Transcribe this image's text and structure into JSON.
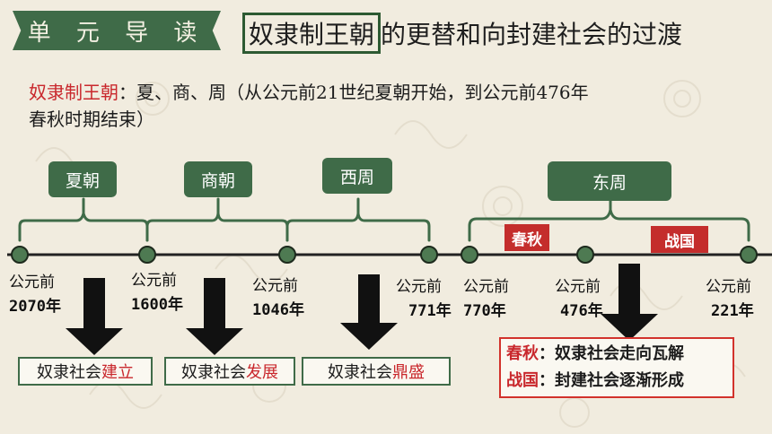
{
  "header": {
    "unit_badge": "单 元 导 读",
    "title_boxed": "奴隶制王朝",
    "title_rest": "的更替和向封建社会的过渡"
  },
  "intro": {
    "term": "奴隶制王朝",
    "text_line1": "：夏、商、周（从公元前21世纪夏朝开始，到公元前476年",
    "text_line2": "春秋时期结束）"
  },
  "dynasties": [
    {
      "label": "夏朝"
    },
    {
      "label": "商朝"
    },
    {
      "label": "西周"
    },
    {
      "label": "东周"
    }
  ],
  "periods": [
    {
      "label": "春秋"
    },
    {
      "label": "战国"
    }
  ],
  "dates": [
    {
      "line1": "公元前",
      "line2": "2070年"
    },
    {
      "line1": "公元前",
      "line2": "1600年"
    },
    {
      "line1": "公元前",
      "line2": "1046年"
    },
    {
      "line1": "公元前",
      "line2": "771年"
    },
    {
      "line1": "公元前",
      "line2": "770年"
    },
    {
      "line1": "公元前",
      "line2": "476年"
    },
    {
      "line1": "公元前",
      "line2": "221年"
    }
  ],
  "results": [
    {
      "prefix": "奴隶社会",
      "highlight": "建立"
    },
    {
      "prefix": "奴隶社会",
      "highlight": "发展"
    },
    {
      "prefix": "奴隶社会",
      "highlight": "鼎盛"
    }
  ],
  "summary": [
    {
      "label": "春秋",
      "text": "：奴隶社会走向瓦解"
    },
    {
      "label": "战国",
      "text": "：封建社会逐渐形成"
    }
  ],
  "colors": {
    "green": "#3f6b48",
    "red": "#c42d2c",
    "background": "#f1ecdf"
  }
}
